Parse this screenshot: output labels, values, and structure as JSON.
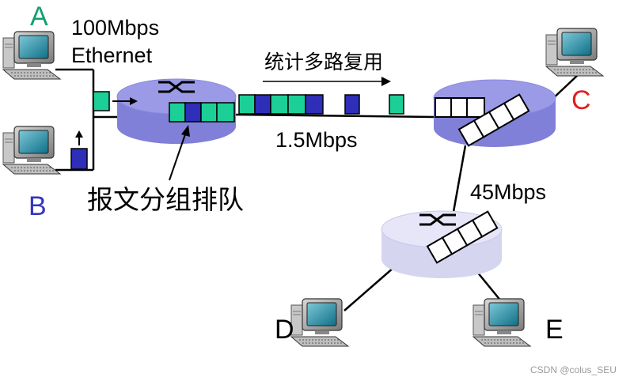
{
  "hosts": {
    "a": {
      "label": "A"
    },
    "b": {
      "label": "B"
    },
    "c": {
      "label": "C"
    },
    "d": {
      "label": "D"
    },
    "e": {
      "label": "E"
    }
  },
  "links": {
    "ethernet_speed": "100Mbps",
    "ethernet_name": "Ethernet",
    "middle_speed": "1.5Mbps",
    "lower_speed": "45Mbps"
  },
  "annotations": {
    "stat_mux": "统计多路复用",
    "packet_queue": "报文分组排队"
  },
  "watermark": "CSDN @colus_SEU",
  "colors": {
    "packet_green": "#1ccf97",
    "packet_blue": "#2e2eb8",
    "router_fill": "#8080d8",
    "router_top": "#9a9ae6",
    "host_a_label": "#10a070",
    "host_b_label": "#3535c0",
    "host_c_label": "#e02020"
  }
}
